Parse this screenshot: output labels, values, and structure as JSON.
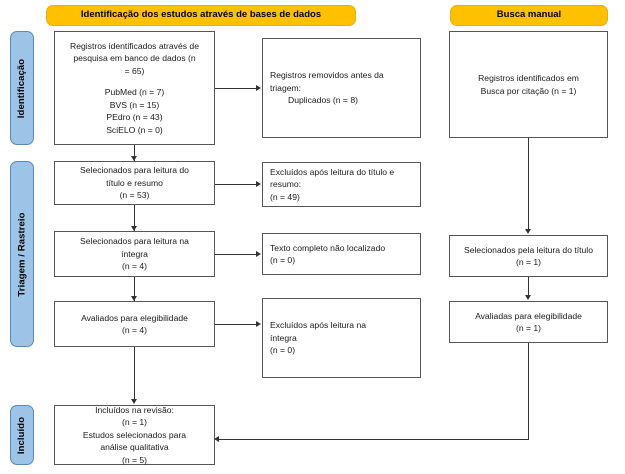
{
  "figure": {
    "type": "prisma-flow-diagram",
    "language": "pt-BR",
    "colors": {
      "stage_header_fill": "#FFC000",
      "phase_label_fill": "#9DC3E6",
      "node_border": "#555555",
      "connector": "#333333",
      "background": "#FFFFFF"
    }
  },
  "stage_headers": [
    {
      "id": "databases",
      "label": "Identificação dos estudos através de bases de dados"
    },
    {
      "id": "manual",
      "label": "Busca manual"
    }
  ],
  "phase_labels": [
    {
      "id": "identification",
      "label": "Identificação"
    },
    {
      "id": "screening",
      "label": "Triagem / Rastreio"
    },
    {
      "id": "included",
      "label": "Incluído"
    }
  ],
  "nodes": {
    "identified_databases": {
      "lines": [
        "Registros identificados através de",
        "pesquisa em banco de dados (n",
        "= 65)"
      ],
      "sources": [
        "PubMed (n = 7)",
        "BVS (n = 15)",
        "PEdro (n = 43)",
        "SciELO (n = 0)"
      ]
    },
    "removed_before_screening": {
      "lines": [
        "Registros removidos antes da",
        "triagem:",
        "Duplicados (n = 8)"
      ]
    },
    "identified_manual": {
      "lines": [
        "Registros identificados em",
        "Busca por citação (n = 1)"
      ]
    },
    "screened_title_abstract": {
      "lines": [
        "Selecionados para leitura do",
        "título e resumo",
        "(n = 53)"
      ]
    },
    "excluded_title_abstract": {
      "lines": [
        "Excluídos após leitura do título e",
        "resumo:",
        "(n = 49)"
      ]
    },
    "screened_full_text": {
      "lines": [
        "Selecionados para leitura na",
        "íntegra",
        "(n = 4)"
      ]
    },
    "full_text_not_retrieved": {
      "lines": [
        "Texto completo não localizado",
        "(n = 0)"
      ]
    },
    "assessed_eligibility": {
      "lines": [
        "Avaliados para elegibilidade",
        "(n = 4)"
      ]
    },
    "excluded_full_text": {
      "lines": [
        "Excluídos após leitura na",
        "íntegra",
        "(n = 0)"
      ]
    },
    "manual_screened_title": {
      "lines": [
        "Selecionados pela leitura do título",
        "(n = 1)"
      ]
    },
    "manual_assessed_eligibility": {
      "lines": [
        "Avaliadas para elegibilidade",
        "(n = 1)"
      ]
    },
    "included_review": {
      "lines": [
        "Incluídos na revisão:",
        "(n = 1)",
        "Estudos selecionados para",
        "análise qualitativa",
        "(n = 5)"
      ]
    }
  },
  "chart_data": {
    "type": "diagram",
    "title": "PRISMA — Fluxograma de seleção dos estudos",
    "counts": {
      "registros_banco_de_dados": 65,
      "pubmed": 7,
      "bvs": 15,
      "pedro": 43,
      "scielo": 0,
      "duplicados_removidos": 8,
      "registros_busca_manual": 1,
      "selecionados_titulo_resumo": 53,
      "excluidos_titulo_resumo": 49,
      "selecionados_leitura_integra": 4,
      "texto_completo_nao_localizado": 0,
      "avaliados_elegibilidade": 4,
      "excluidos_leitura_integra": 0,
      "manual_selecionados_titulo": 1,
      "manual_avaliadas_elegibilidade": 1,
      "incluidos_revisao": 1,
      "estudos_analise_qualitativa": 5
    }
  }
}
